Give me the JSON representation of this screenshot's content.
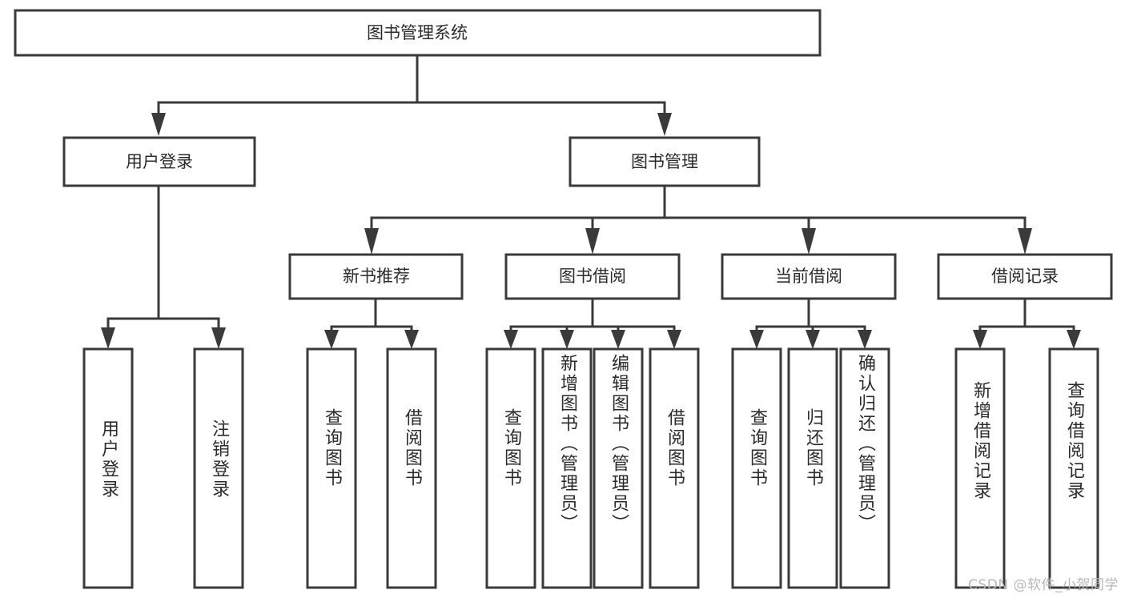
{
  "diagram": {
    "type": "tree-hierarchy-chart",
    "title_node": {
      "label": "图书管理系统"
    },
    "colors": {
      "box_stroke": "#3a3a3a",
      "box_fill": "#ffffff",
      "text": "#2b2b2b",
      "connector": "#3a3a3a",
      "watermark": "#b8b8b8",
      "background": "#ffffff"
    },
    "level2": [
      {
        "label": "用户登录"
      },
      {
        "label": "图书管理"
      }
    ],
    "level3": [
      {
        "label": "新书推荐"
      },
      {
        "label": "图书借阅"
      },
      {
        "label": "当前借阅"
      },
      {
        "label": "借阅记录"
      }
    ],
    "leaves": {
      "user_login": [
        {
          "label": "用户登录"
        },
        {
          "label": "注销登录"
        }
      ],
      "new_book_recommend": [
        {
          "label": "查询图书"
        },
        {
          "label": "借阅图书"
        }
      ],
      "book_borrow": [
        {
          "label": "查询图书"
        },
        {
          "label": "新增图书（管理员）"
        },
        {
          "label": "编辑图书（管理员）"
        },
        {
          "label": "借阅图书"
        }
      ],
      "current_borrow": [
        {
          "label": "查询图书"
        },
        {
          "label": "归还图书"
        },
        {
          "label": "确认归还（管理员）"
        }
      ],
      "borrow_record": [
        {
          "label": "新增借阅记录"
        },
        {
          "label": "查询借阅记录"
        }
      ]
    }
  },
  "watermark": {
    "text": "CSDN @软件_小贺同学"
  }
}
